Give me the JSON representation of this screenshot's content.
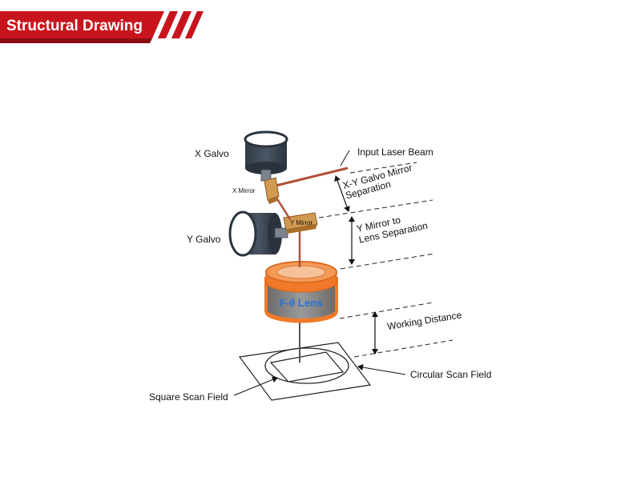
{
  "header": {
    "title": "Structural Drawing"
  },
  "colors": {
    "banner_red": "#c8141c",
    "beam": "#b0503a",
    "lens_orange": "#f07a2a",
    "lens_grey": "#7d7d7d",
    "galvo_dark": "#3a4552",
    "mirror_tan": "#d19a52",
    "lens_text_blue": "#2a6fd6"
  },
  "labels": {
    "x_galvo": "X Galvo",
    "y_galvo": "Y Galvo",
    "x_mirror": "X Mirror",
    "y_mirror": "Y Mirror",
    "input_beam": "Input Laser Beam",
    "xy_sep_line1": "X-Y Galvo Mirror",
    "xy_sep_line2": "Separation",
    "ylens_sep_line1": "Y Mirror to",
    "ylens_sep_line2": "Lens Separation",
    "lens": "F-θ Lens",
    "working_distance": "Working Distance",
    "circular_field": "Circular Scan Field",
    "square_field": "Square Scan Field"
  }
}
